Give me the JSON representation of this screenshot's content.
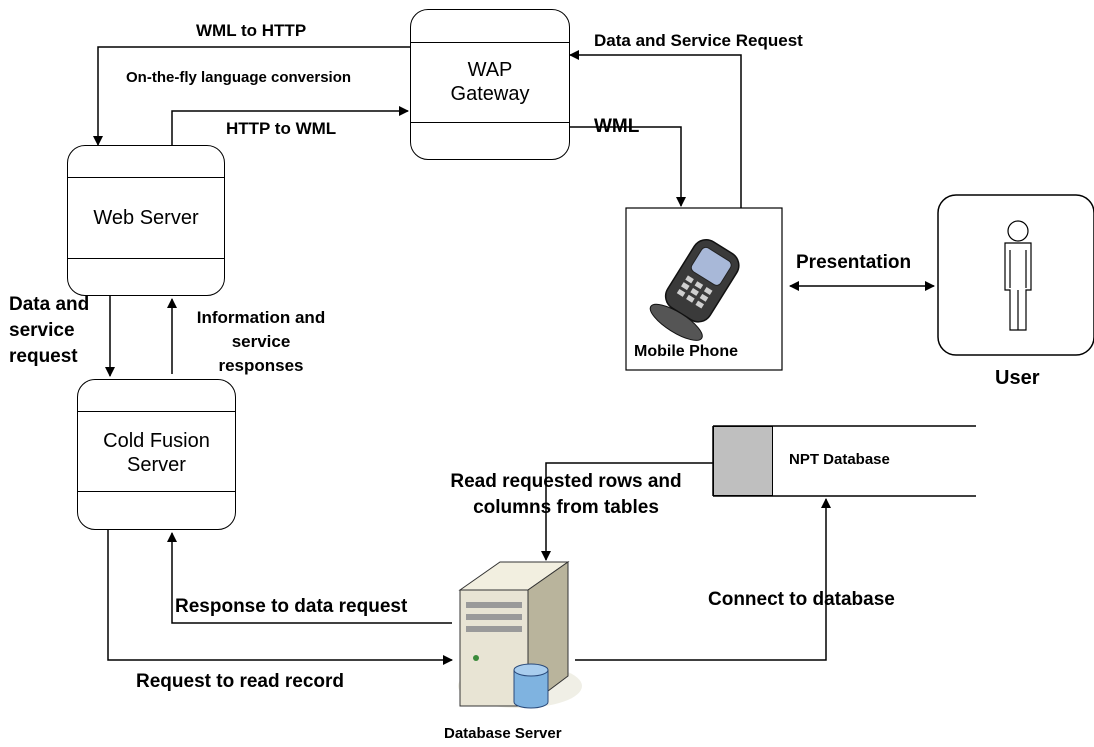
{
  "nodes": {
    "wap_gateway": {
      "line1": "WAP",
      "line2": "Gateway"
    },
    "web_server": {
      "label": "Web Server"
    },
    "cold_fusion": {
      "line1": "Cold Fusion",
      "line2": "Server"
    },
    "mobile_phone": {
      "label": "Mobile Phone"
    },
    "user": {
      "label": "User"
    },
    "npt_database": {
      "label": "NPT Database"
    },
    "database_server": {
      "label": "Database Server"
    }
  },
  "edges": {
    "wml_to_http": "WML to HTTP",
    "on_the_fly": "On-the-fly language conversion",
    "http_to_wml": "HTTP to WML",
    "data_service_request_top": "Data and Service Request",
    "wml": "WML",
    "presentation": "Presentation",
    "data_service_request_left": [
      "Data and",
      "service",
      "request"
    ],
    "info_service_responses": [
      "Information and",
      "service",
      "responses"
    ],
    "read_rows": [
      "Read requested rows and",
      "columns from tables"
    ],
    "connect_db": "Connect to database",
    "response_data_request": "Response to data request",
    "request_read_record": "Request to read record"
  },
  "colors": {
    "line": "#000000",
    "store_tab": "#bfbfbf",
    "phone_body": "#3a3a3a",
    "server_body": "#e8e4d4",
    "db_cylinder": "#7fb3e0"
  }
}
